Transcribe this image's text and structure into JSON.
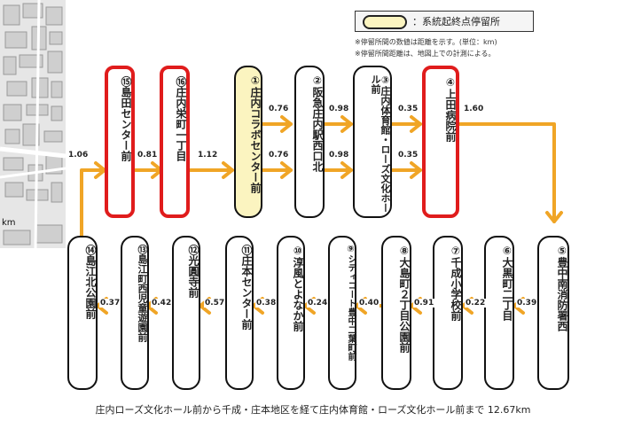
{
  "legend": {
    "label": "：系統起終点停留所"
  },
  "notes": [
    "※停留所間の数値は距離を示す。(単位：km)",
    "※停留所間距離は、地図上での計測による。"
  ],
  "map": {
    "unit_label": "km"
  },
  "stops_top": [
    {
      "label": "⑮島田センター前",
      "highlight": true
    },
    {
      "label": "⑯庄内栄町一丁目",
      "highlight": true
    },
    {
      "label": "①庄内コラボセンター前",
      "terminal": true
    },
    {
      "label": "②阪急庄内駅西口北"
    },
    {
      "label": "③庄内体育館・ローズ文化ホール前"
    },
    {
      "label": "④上田病院前",
      "highlight": true
    }
  ],
  "stops_bottom": [
    {
      "label": "⑭島江北公園前"
    },
    {
      "label": "⑬島江町西児童遊園前"
    },
    {
      "label": "⑫光圓寺前"
    },
    {
      "label": "⑪庄本センター前"
    },
    {
      "label": "⑩淳風とよなか前"
    },
    {
      "label": "⑨シティコート豊中二葉町前"
    },
    {
      "label": "⑧大島町２丁目公園前"
    },
    {
      "label": "⑦千成小学校前"
    },
    {
      "label": "⑥大黒町二丁目"
    },
    {
      "label": "⑤豊中南消防署西"
    }
  ],
  "distances_top": {
    "d_14_15": "1.06",
    "d_15_16": "0.81",
    "d_16_1": "1.12",
    "d_1_2_up": "0.76",
    "d_1_2_down": "0.76",
    "d_2_3_up": "0.98",
    "d_2_3_down": "0.98",
    "d_3_4_up": "0.35",
    "d_3_4_down": "0.35",
    "d_4_5": "1.60"
  },
  "distances_bottom": [
    "0.37",
    "0.42",
    "0.57",
    "0.38",
    "0.24",
    "0.40",
    "0.91",
    "0.22",
    "0.39"
  ],
  "footer": "庄内ローズ文化ホール前から千成・庄本地区を経て庄内体育館・ローズ文化ホール前まで 12.67km",
  "colors": {
    "route": "#f0a526",
    "highlight": "#e01c1c",
    "terminal_fill": "#fbf4c0"
  }
}
